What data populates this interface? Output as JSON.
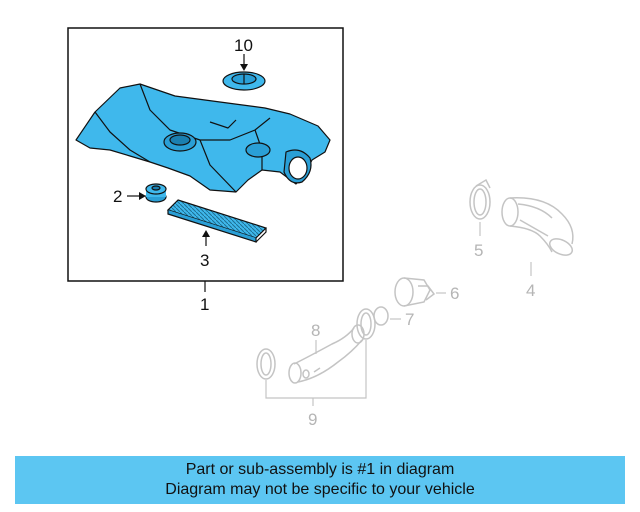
{
  "callouts": {
    "c1": "1",
    "c2": "2",
    "c3": "3",
    "c4": "4",
    "c5": "5",
    "c6": "6",
    "c7": "7",
    "c8": "8",
    "c9": "9",
    "c10": "10"
  },
  "banner": {
    "line1": "Part or sub-assembly is #1 in diagram",
    "line2": "Diagram may not be specific to your vehicle"
  },
  "colors": {
    "highlight": "#5cc6f2",
    "part_fill": "#3fb8ec",
    "ghost_parts": "#c4c4c4",
    "outline": "#111111"
  }
}
